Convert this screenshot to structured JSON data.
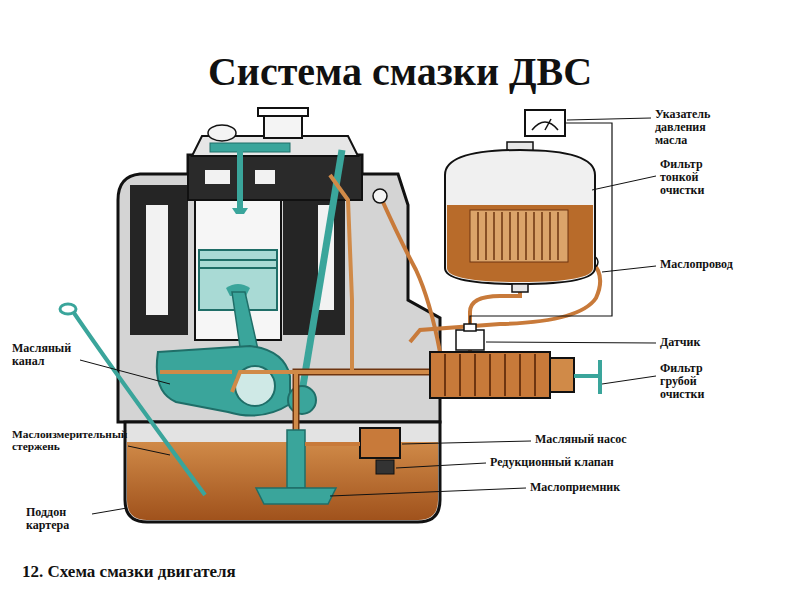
{
  "diagram": {
    "title": "Система смазки ДВС",
    "caption": "12. Схема смазки двигателя",
    "labels": [
      "Указатель давления масла",
      "Фильтр тонкой очистки",
      "Маслопровод",
      "Масляный канал",
      "Датчик",
      "Фильтр грубой очистки",
      "Масляный насос",
      "Маслоизмерительный стержень",
      "Редукционный клапан",
      "Маслоприемник",
      "Поддон картера"
    ]
  }
}
